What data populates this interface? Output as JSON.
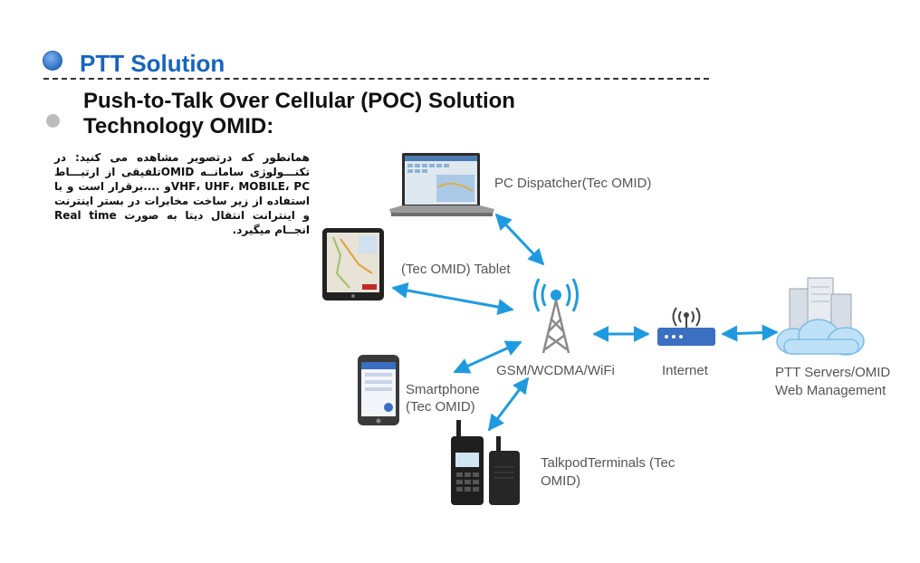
{
  "slide": {
    "title": "PTT Solution",
    "subtitle_line1": "Push-to-Talk Over Cellular (POC) Solution",
    "subtitle_line2": "Technology OMID:",
    "persian_text": "همانطور که درتصویر مشاهده می کنید: در تکنـــولوژی سامانــه OMIDتلفیقی از ارتبـــاط VHF، UHF، MOBILE، PCو ....برقرار است و با استفاده از زیر ساخت مخابرات در بستر اینترنت و اینترانت انتقال دیتا به صورت Real time انجــام میگیرد."
  },
  "diagram": {
    "pc_label": "PC Dispatcher(Tec OMID)",
    "tablet_label": "(Tec OMID) Tablet",
    "tower_label": "GSM/WCDMA/WiFi",
    "smartphone_line1": "Smartphone",
    "smartphone_line2": "(Tec  OMID)",
    "internet_label": "Internet",
    "servers_line1": "PTT Servers/OMID",
    "servers_line2": "Web Management",
    "terminals_line1": "TalkpodTerminals (Tec",
    "terminals_line2": "OMID)",
    "arrow_color": "#1e9be0",
    "title_color": "#1565c0"
  }
}
